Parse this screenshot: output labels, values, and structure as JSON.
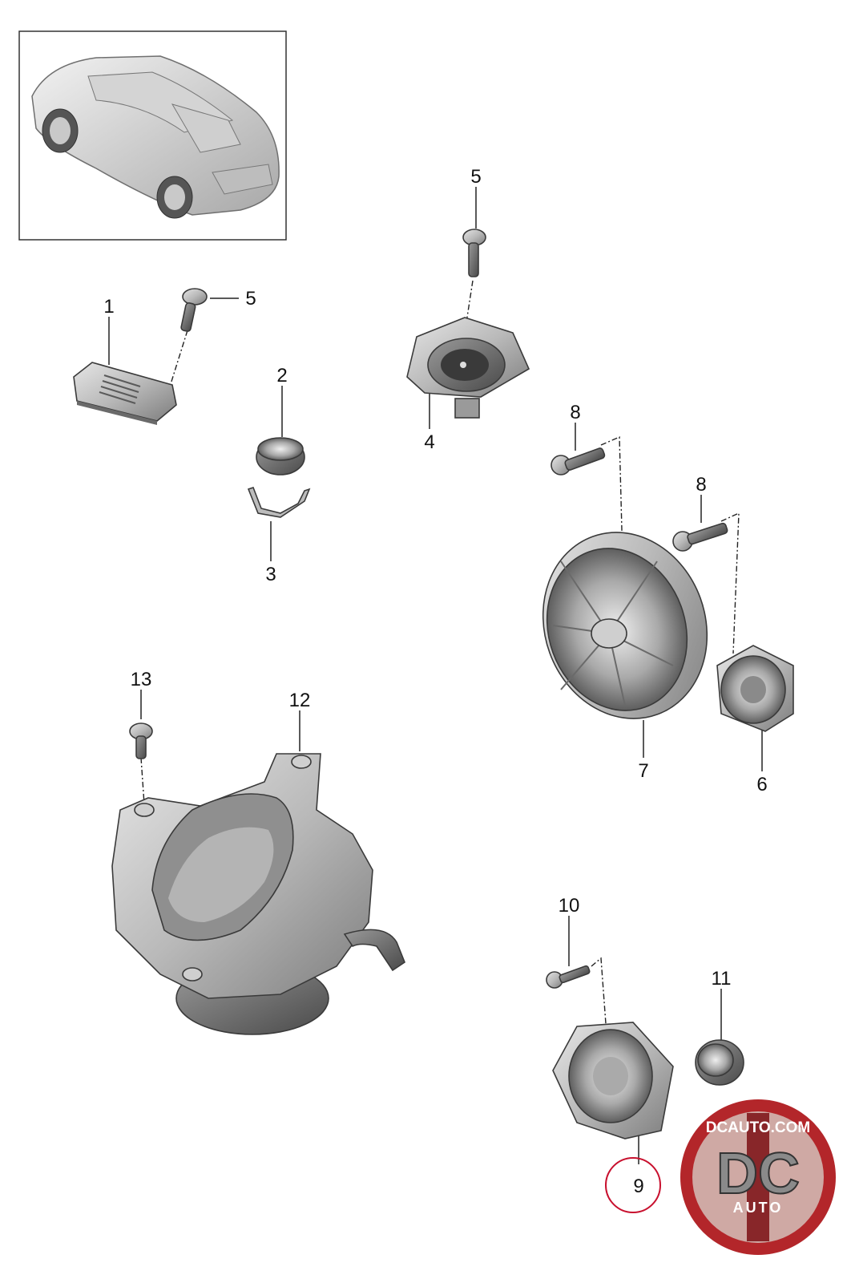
{
  "diagram": {
    "callouts": {
      "c1": "1",
      "c2": "2",
      "c3": "3",
      "c4": "4",
      "c5a": "5",
      "c5b": "5",
      "c6": "6",
      "c7": "7",
      "c8a": "8",
      "c8b": "8",
      "c9": "9",
      "c10": "10",
      "c11": "11",
      "c12": "12",
      "c13": "13"
    },
    "highlighted_callout": "9",
    "highlight_color": "#c8102e"
  },
  "watermark": {
    "site": "DCAUTO.COM",
    "letters": "DC",
    "word": "AUTO",
    "colors": {
      "ring": "#b3262a",
      "inner": "#cfa9a4",
      "stripe": "#7b0f14"
    }
  }
}
